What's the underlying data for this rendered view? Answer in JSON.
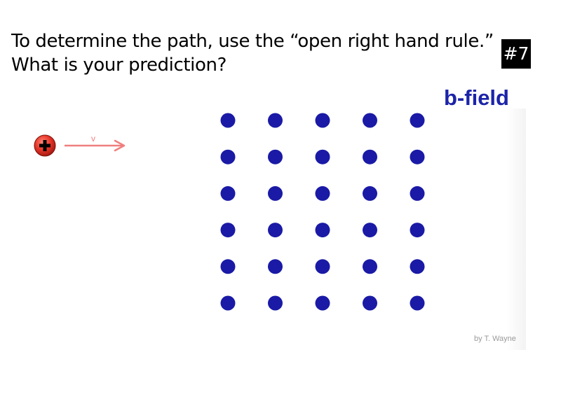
{
  "question": {
    "line1": "To determine the path, use the “open right hand rule.”",
    "line2": "What is your prediction?"
  },
  "badge": "#7",
  "field_label": "b-field",
  "credit": "by T. Wayne",
  "particle": {
    "charge_symbol": "+",
    "velocity_label": "v"
  },
  "field_grid": {
    "rows": 6,
    "cols": 5,
    "symbol": "dot-out-of-page"
  },
  "colors": {
    "field_dot": "#1a1aa6",
    "field_label": "#1c24a8",
    "velocity_arrow": "#f07f7f",
    "particle": "#e8362a"
  }
}
